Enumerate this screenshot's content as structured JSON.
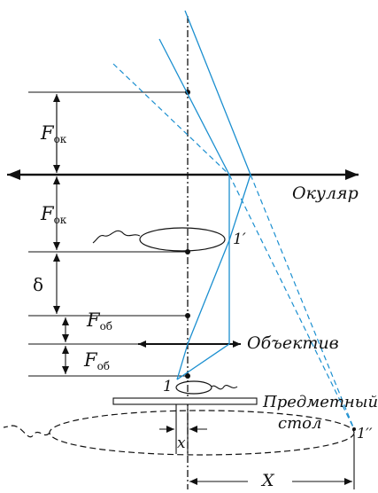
{
  "labels": {
    "F_ok_top": {
      "main": "F",
      "sub": "ок"
    },
    "F_ok_bottom": {
      "main": "F",
      "sub": "ок"
    },
    "delta": "δ",
    "F_ob_top": {
      "main": "F",
      "sub": "об"
    },
    "F_ob_bottom": {
      "main": "F",
      "sub": "об"
    },
    "eyepiece": "Окуляр",
    "objective": "Объектив",
    "stage_line1": "Предметный",
    "stage_line2": "стол",
    "point_1": "1",
    "point_1_prime": "1′",
    "point_1_double_prime": "1′′",
    "x": "x",
    "X": "X"
  },
  "colors": {
    "ink": "#111111",
    "rays": "#1b8fd0"
  }
}
